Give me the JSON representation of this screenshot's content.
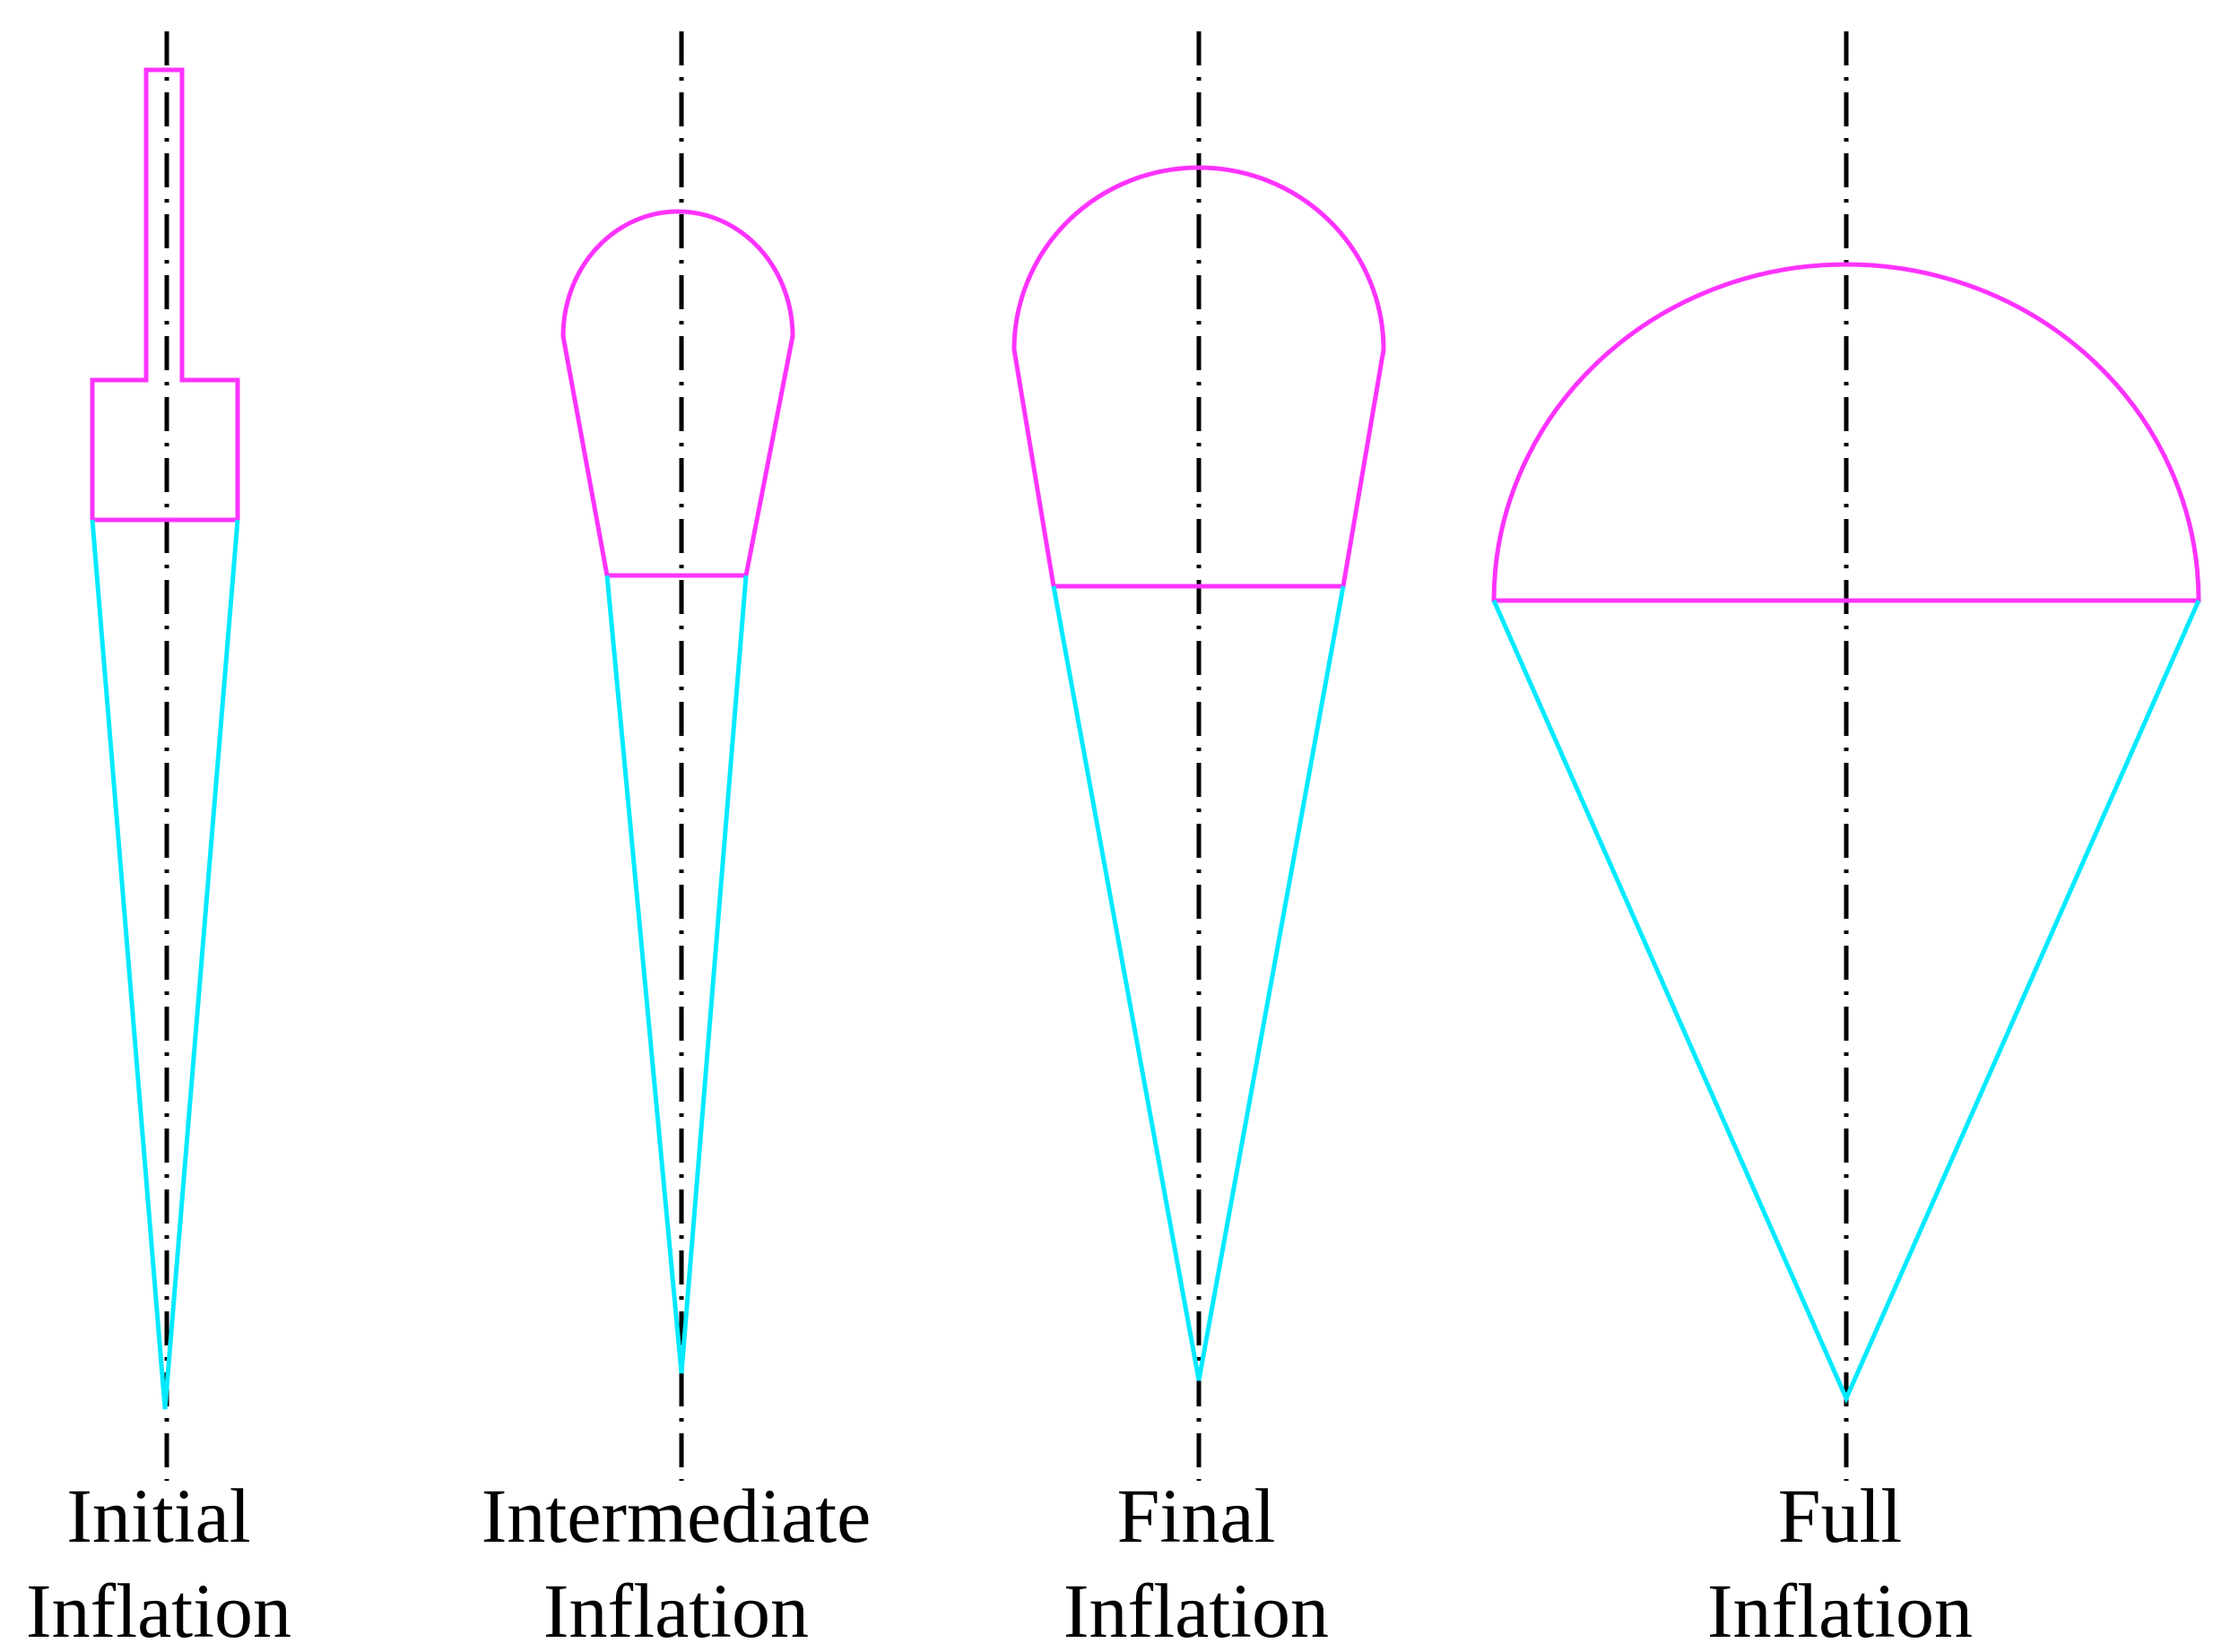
{
  "colors": {
    "canopy": "#ff33ff",
    "suspension_lines": "#00eaff",
    "centerline": "#000000",
    "background": "#ffffff"
  },
  "stages": [
    {
      "id": "initial",
      "label_line1": "Initial",
      "label_line2": "Inflation"
    },
    {
      "id": "intermediate",
      "label_line1": "Intermediate",
      "label_line2": "Inflation"
    },
    {
      "id": "final",
      "label_line1": "Final",
      "label_line2": "Inflation"
    },
    {
      "id": "full",
      "label_line1": "Full",
      "label_line2": "Inflation"
    }
  ]
}
